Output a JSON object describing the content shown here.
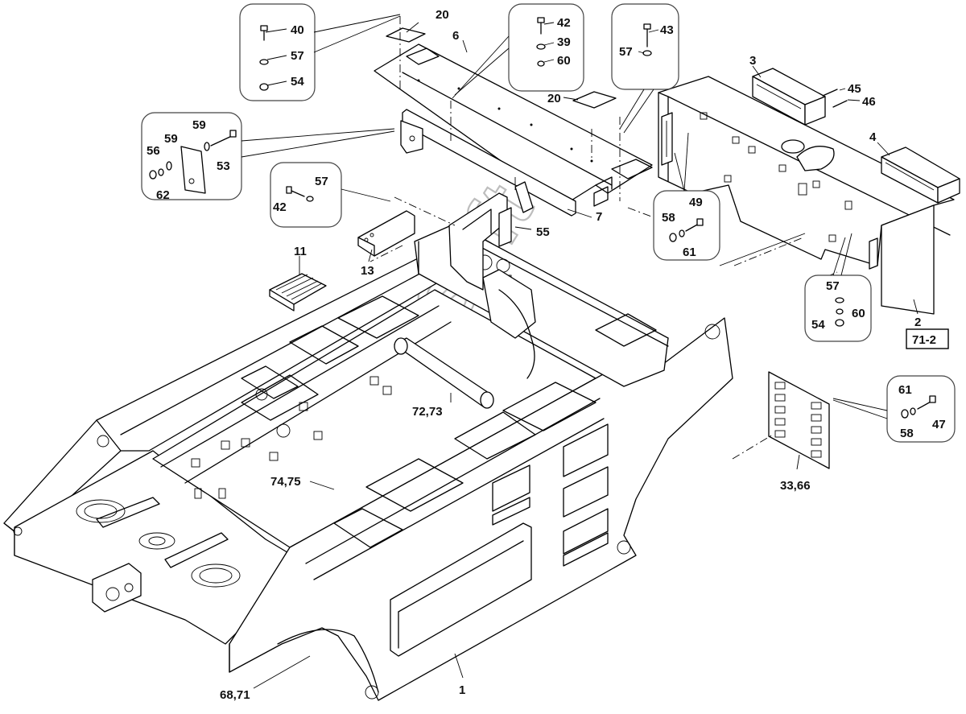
{
  "watermark": "AutoSoft",
  "reference_box": "71-2",
  "labels": {
    "l1": "1",
    "l2": "2",
    "l3": "3",
    "l4": "4",
    "l6": "6",
    "l7": "7",
    "l11": "11",
    "l13": "13",
    "l20a": "20",
    "l20b": "20",
    "l33_66": "33,66",
    "l39": "39",
    "l40": "40",
    "l42a": "42",
    "l42b": "42",
    "l43": "43",
    "l45": "45",
    "l46": "46",
    "l47": "47",
    "l49": "49",
    "l53": "53",
    "l54a": "54",
    "l54b": "54",
    "l55": "55",
    "l56": "56",
    "l57a": "57",
    "l57b": "57",
    "l57c": "57",
    "l57d": "57",
    "l58a": "58",
    "l58b": "58",
    "l59a": "59",
    "l59b": "59",
    "l60a": "60",
    "l60b": "60",
    "l61a": "61",
    "l61b": "61",
    "l62": "62",
    "l68_71": "68,71",
    "l72_73": "72,73",
    "l74_75": "74,75"
  }
}
